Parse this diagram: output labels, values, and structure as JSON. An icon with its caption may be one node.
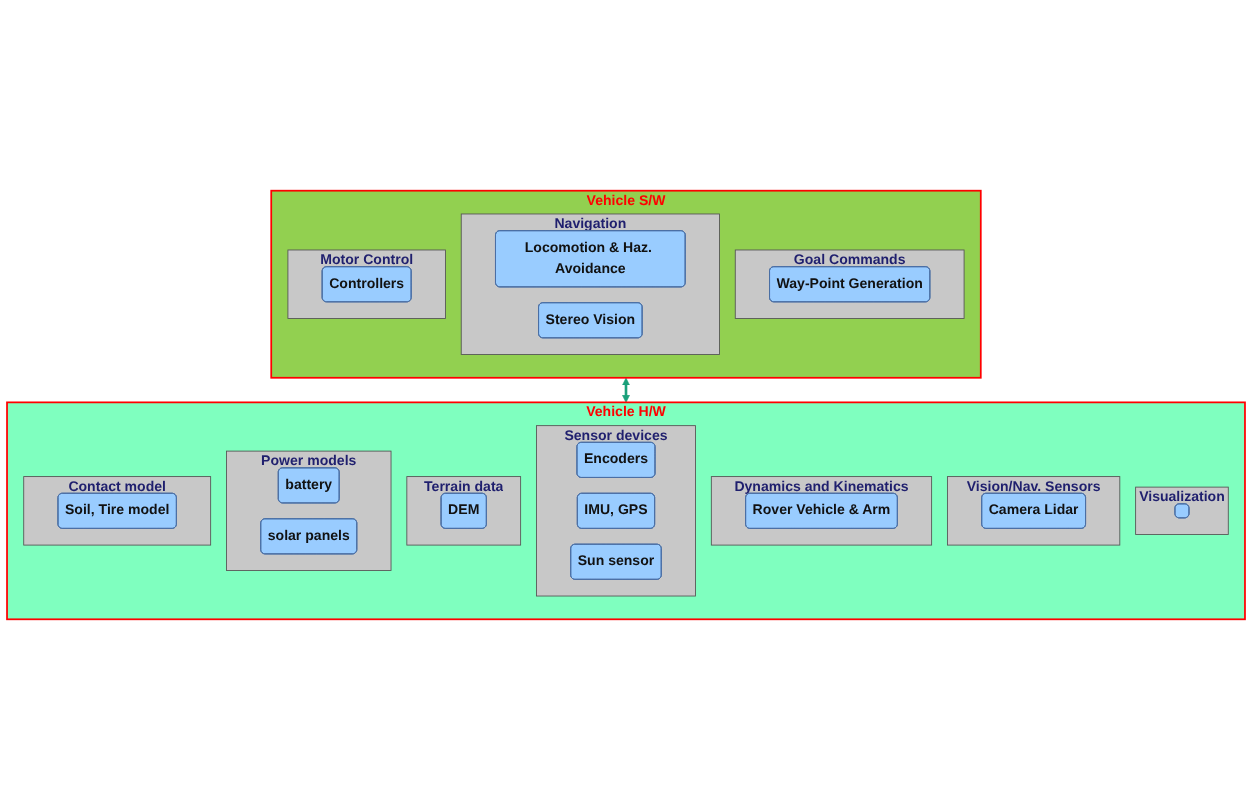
{
  "diagram": {
    "nodes": [
      {
        "text": [
          "Vehicle S/W"
        ]
      },
      {
        "text": [
          "Goal Commands"
        ],
        "in": 0
      },
      {
        "text": [
          "Way-Point Generation"
        ],
        "in": 1
      },
      {
        "text": [
          "Navigation"
        ],
        "in": 0
      },
      {
        "text": [
          "Locomotion & Haz. Avoidance"
        ],
        "in": 3
      },
      {
        "text": [
          "Stereo Vision"
        ],
        "in": 3
      },
      {
        "text": [
          "Motor Control"
        ],
        "in": 0
      },
      {
        "text": [
          "Controllers"
        ],
        "in": 6
      },
      {
        "text": [
          "Vehicle H/W"
        ]
      },
      {
        "text": [
          "Visualization"
        ],
        "in": 8
      },
      {
        "text": [],
        "shape": "box",
        "in": 9
      },
      {
        "text": [
          "Vision/Nav. Sensors"
        ],
        "in": 8
      },
      {
        "text": [
          "Camera Lidar"
        ],
        "in": 11
      },
      {
        "text": [
          "Dynamics and Kinematics"
        ],
        "in": 8
      },
      {
        "text": [
          "Rover Vehicle & Arm"
        ],
        "in": 13
      },
      {
        "text": [
          "Sensor devices"
        ],
        "in": 8
      },
      {
        "text": [
          "Encoders"
        ],
        "in": 15
      },
      {
        "text": [
          "IMU, GPS"
        ],
        "in": 15
      },
      {
        "text": [
          "Sun sensor"
        ],
        "in": 15
      },
      {
        "text": [
          "Terrain data"
        ],
        "in": 8
      },
      {
        "text": [
          "DEM"
        ],
        "in": 19
      },
      {
        "text": [
          "Power models"
        ],
        "in": 8
      },
      {
        "text": [
          "battery"
        ],
        "in": 21
      },
      {
        "text": [
          "solar panels"
        ],
        "in": 21
      },
      {
        "text": [
          "Contact model"
        ],
        "in": 8
      },
      {
        "text": [
          "Soil, Tire model"
        ],
        "in": 24
      }
    ],
    "edges": [
      {
        "from": 0,
        "to": 8,
        "arrow": "both"
      }
    ]
  }
}
